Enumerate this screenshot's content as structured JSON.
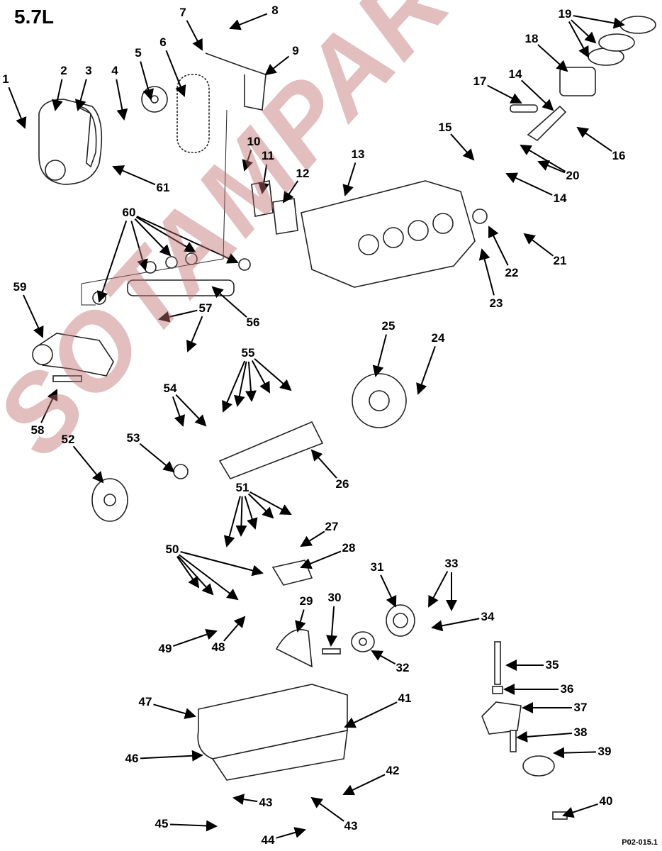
{
  "title": "5.7L",
  "figure_code": "P02-015.1",
  "watermark": "SOTAMPARTS.COM",
  "labels": [
    "1",
    "2",
    "3",
    "4",
    "5",
    "6",
    "7",
    "8",
    "9",
    "10",
    "11",
    "12",
    "13",
    "14",
    "14",
    "15",
    "16",
    "17",
    "18",
    "19",
    "20",
    "21",
    "22",
    "23",
    "24",
    "25",
    "26",
    "27",
    "28",
    "29",
    "30",
    "31",
    "32",
    "33",
    "34",
    "35",
    "36",
    "37",
    "38",
    "39",
    "40",
    "41",
    "42",
    "43",
    "43",
    "44",
    "45",
    "46",
    "47",
    "48",
    "49",
    "50",
    "51",
    "52",
    "53",
    "54",
    "55",
    "56",
    "57",
    "58",
    "59",
    "60",
    "61"
  ]
}
